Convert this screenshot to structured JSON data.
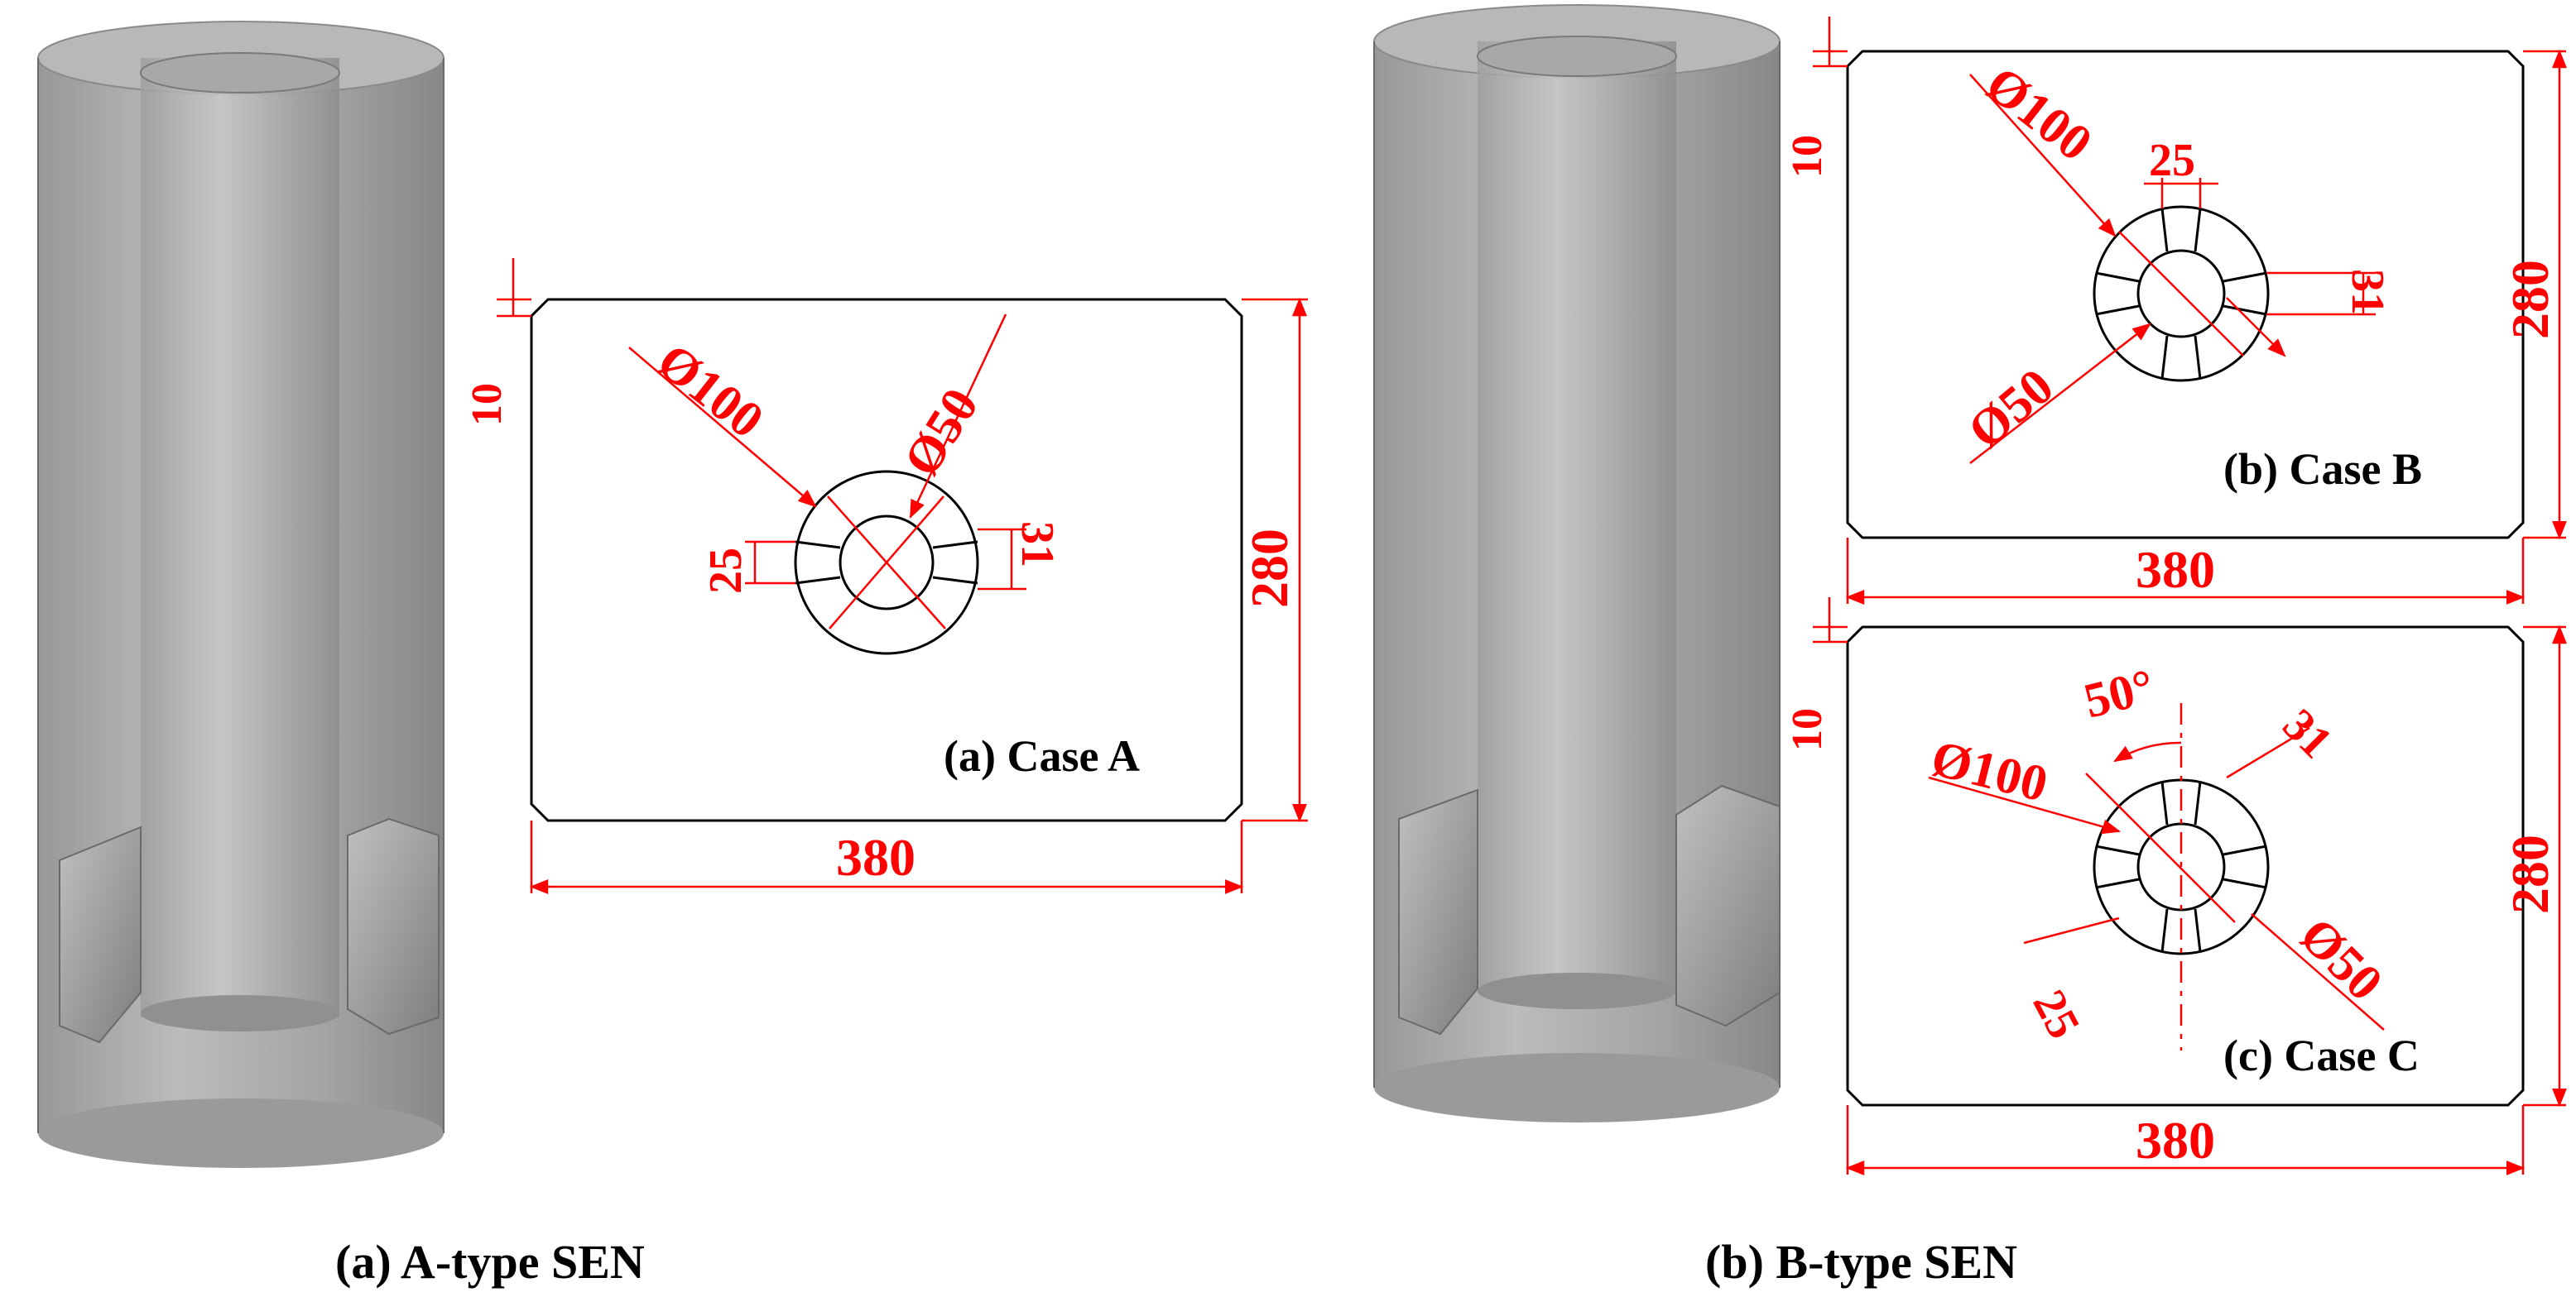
{
  "captions": {
    "a": "(a) A-type SEN",
    "b": "(b) B-type SEN"
  },
  "case_a": {
    "title": "(a) Case A",
    "width": "380",
    "height": "280",
    "chamfer": "10",
    "d_outer": "Ø100",
    "d_inner": "Ø50",
    "port_a": "25",
    "port_b": "31"
  },
  "case_b": {
    "title": "(b) Case B",
    "width": "380",
    "height": "280",
    "chamfer": "10",
    "d_outer": "Ø100",
    "d_inner": "Ø50",
    "port_a": "25",
    "port_b": "31"
  },
  "case_c": {
    "title": "(c) Case C",
    "width": "380",
    "height": "280",
    "chamfer": "10",
    "d_outer": "Ø100",
    "d_inner": "Ø50",
    "port_a": "25",
    "port_b": "31",
    "angle": "50°"
  },
  "colors": {
    "dimension": "#ff0000",
    "outline": "#000000",
    "nozzle": "#8a8a8a"
  }
}
